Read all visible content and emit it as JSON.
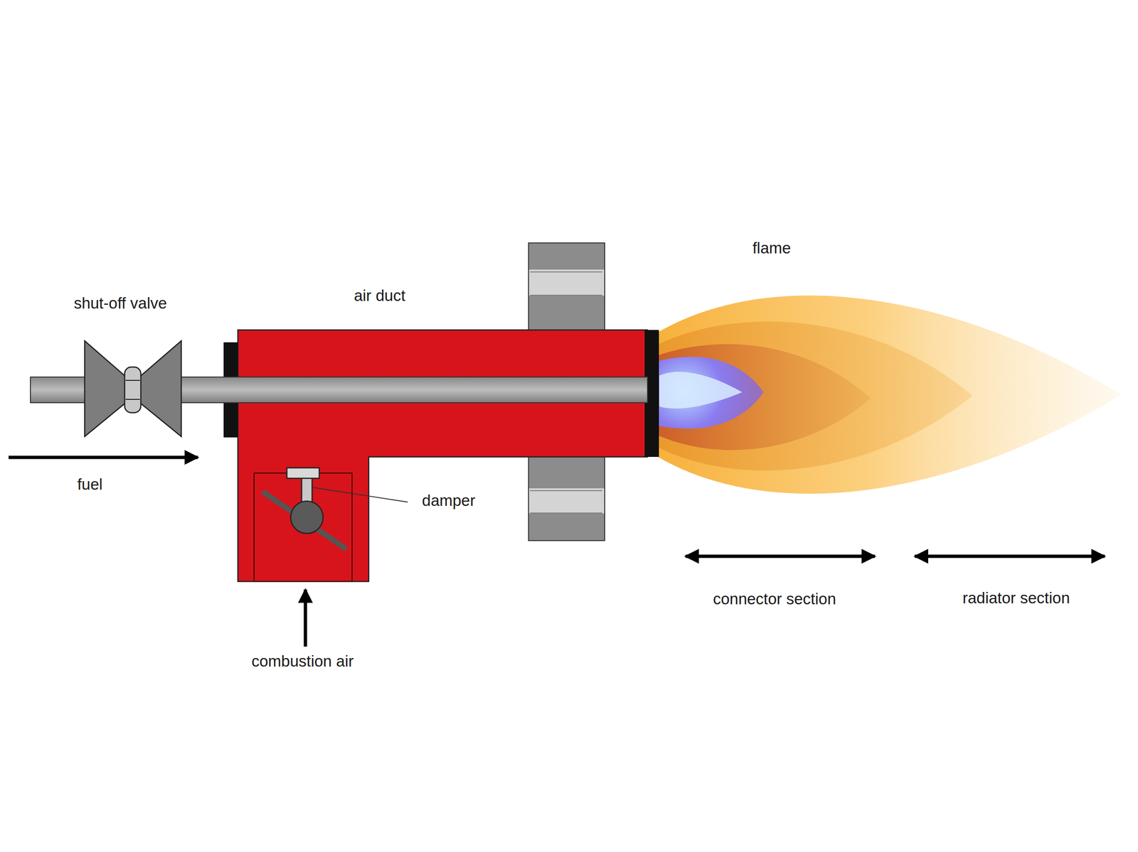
{
  "diagram": {
    "labels": [
      "shut-off valve",
      "air duct",
      "fuel",
      "damper",
      "combustion air",
      "flame",
      "connector section",
      "radiator section"
    ]
  }
}
